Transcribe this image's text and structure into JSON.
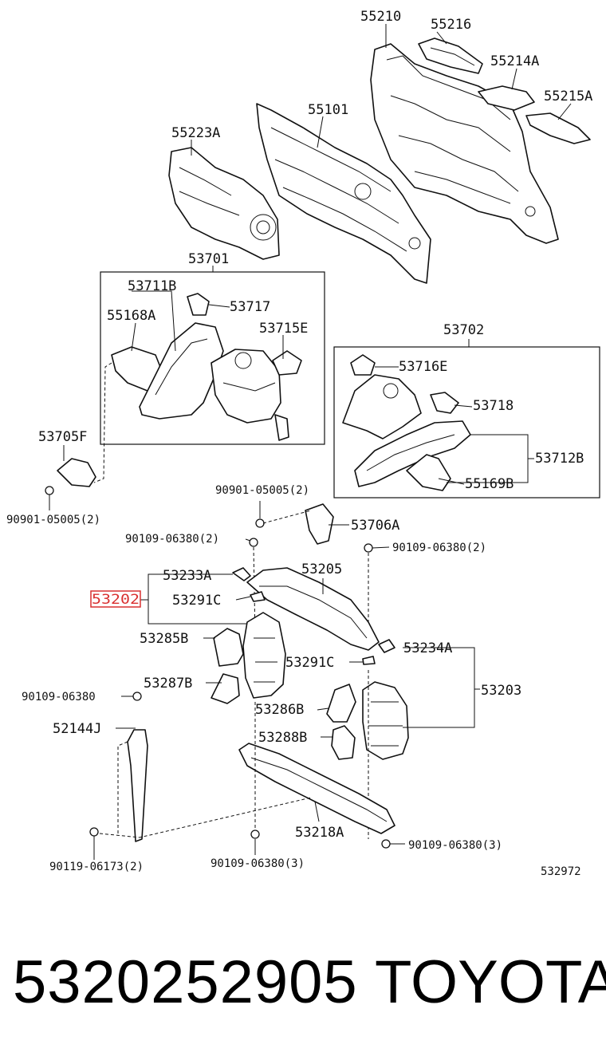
{
  "diagram": {
    "highlight_color": "#d93030",
    "labels": {
      "p55210": "55210",
      "p55216": "55216",
      "p55214A": "55214A",
      "p55215A": "55215A",
      "p55101": "55101",
      "p55223A": "55223A",
      "p53701": "53701",
      "p53711B": "53711B",
      "p53717": "53717",
      "p55168A": "55168A",
      "p53715E": "53715E",
      "p53702": "53702",
      "p53716E": "53716E",
      "p53718": "53718",
      "p53712B": "53712B",
      "p55169B": "55169B",
      "p53705F": "53705F",
      "p90901_left": "90901-05005(2)",
      "p90901_mid": "90901-05005(2)",
      "p53706A": "53706A",
      "p90109_top_left": "90109-06380(2)",
      "p90109_top_right": "90109-06380(2)",
      "p53233A": "53233A",
      "p53205": "53205",
      "p53202": "53202",
      "p53291C_a": "53291C",
      "p53285B": "53285B",
      "p53234A": "53234A",
      "p53291C_b": "53291C",
      "p53203": "53203",
      "p53287B": "53287B",
      "p90109_single": "90109-06380",
      "p53286B": "53286B",
      "p52144J": "52144J",
      "p53288B": "53288B",
      "p53218A": "53218A",
      "p90109_bottom_right": "90109-06380(3)",
      "p90109_bottom_mid": "90109-06380(3)",
      "p90119": "90119-06173(2)",
      "ref_code": "532972"
    }
  },
  "caption": {
    "part_number": "5320252905",
    "brand": "TOYOTA"
  }
}
